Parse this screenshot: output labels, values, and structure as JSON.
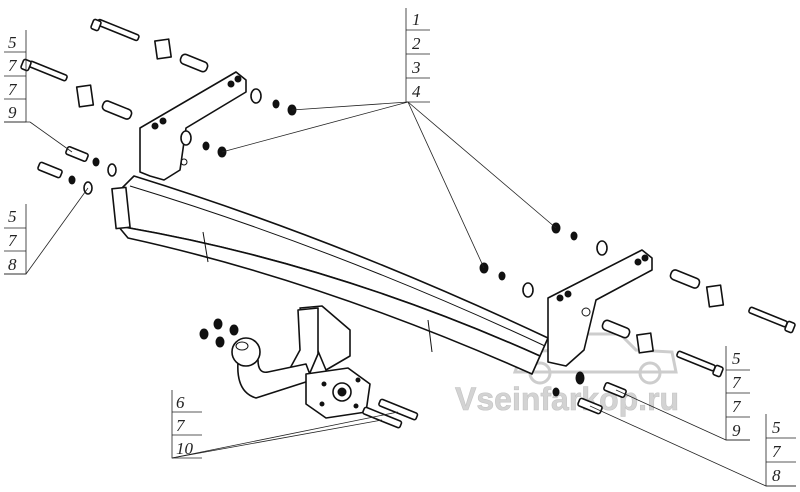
{
  "labels": {
    "group_top": [
      "1",
      "2",
      "3",
      "4"
    ],
    "group_left_upper": [
      "5",
      "7",
      "7",
      "9"
    ],
    "group_left_lower": [
      "5",
      "7",
      "8"
    ],
    "group_right_upper": [
      "5",
      "7",
      "7",
      "9"
    ],
    "group_right_lower": [
      "5",
      "7",
      "8"
    ],
    "group_bottom": [
      "6",
      "7",
      "10"
    ]
  },
  "watermark": {
    "text": "Vseinfarkop.ru"
  },
  "colors": {
    "line": "#111111",
    "watermark": "#cfcfcf"
  }
}
